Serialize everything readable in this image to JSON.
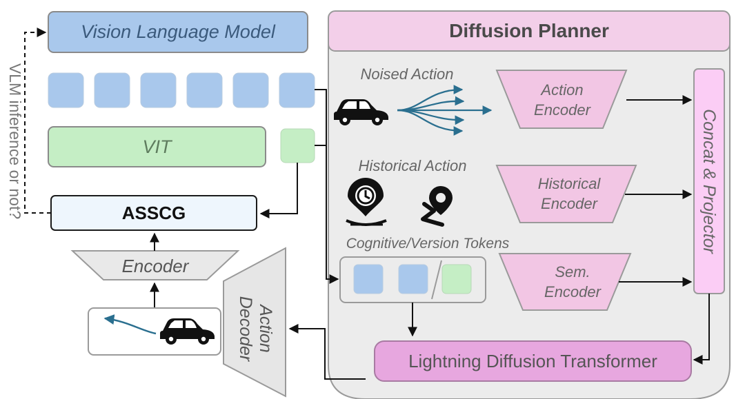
{
  "side_label": "VLM inference or not?",
  "vlm": {
    "label": "Vision Language Model"
  },
  "vit": {
    "label": "VIT"
  },
  "asscg": {
    "label": "ASSCG"
  },
  "encoder": {
    "label": "Encoder"
  },
  "action_decoder": {
    "line1": "Action",
    "line2": "Decoder"
  },
  "planner": {
    "title": "Diffusion Planner",
    "noised_action": "Noised Action",
    "historical_action": "Historical Action",
    "cognitive_tokens": "Cognitive/Version Tokens",
    "action_encoder": {
      "line1": "Action",
      "line2": "Encoder"
    },
    "historical_encoder": {
      "line1": "Historical",
      "line2": "Encoder"
    },
    "sem_encoder": {
      "line1": "Sem.",
      "line2": "Encoder"
    },
    "concat": "Concat & Projector",
    "ldt": "Lightning Diffusion Transformer"
  },
  "colors": {
    "vlm_blue": "#a9c8ec",
    "token_blue": "#a9c8ec",
    "vit_green": "#c5eec5",
    "planner_pink": "#f3cfe9",
    "encoder_pink": "#f2c6e4",
    "concat_pink": "#fbcdf5",
    "ldt_pink": "#e7a7df",
    "panel_gray": "#ececec",
    "asscg_bg": "#eef6fd"
  },
  "icons": [
    "car-icon",
    "diverging-arrows-icon",
    "history-icon",
    "route-pin-icon",
    "trajectory-icon"
  ]
}
